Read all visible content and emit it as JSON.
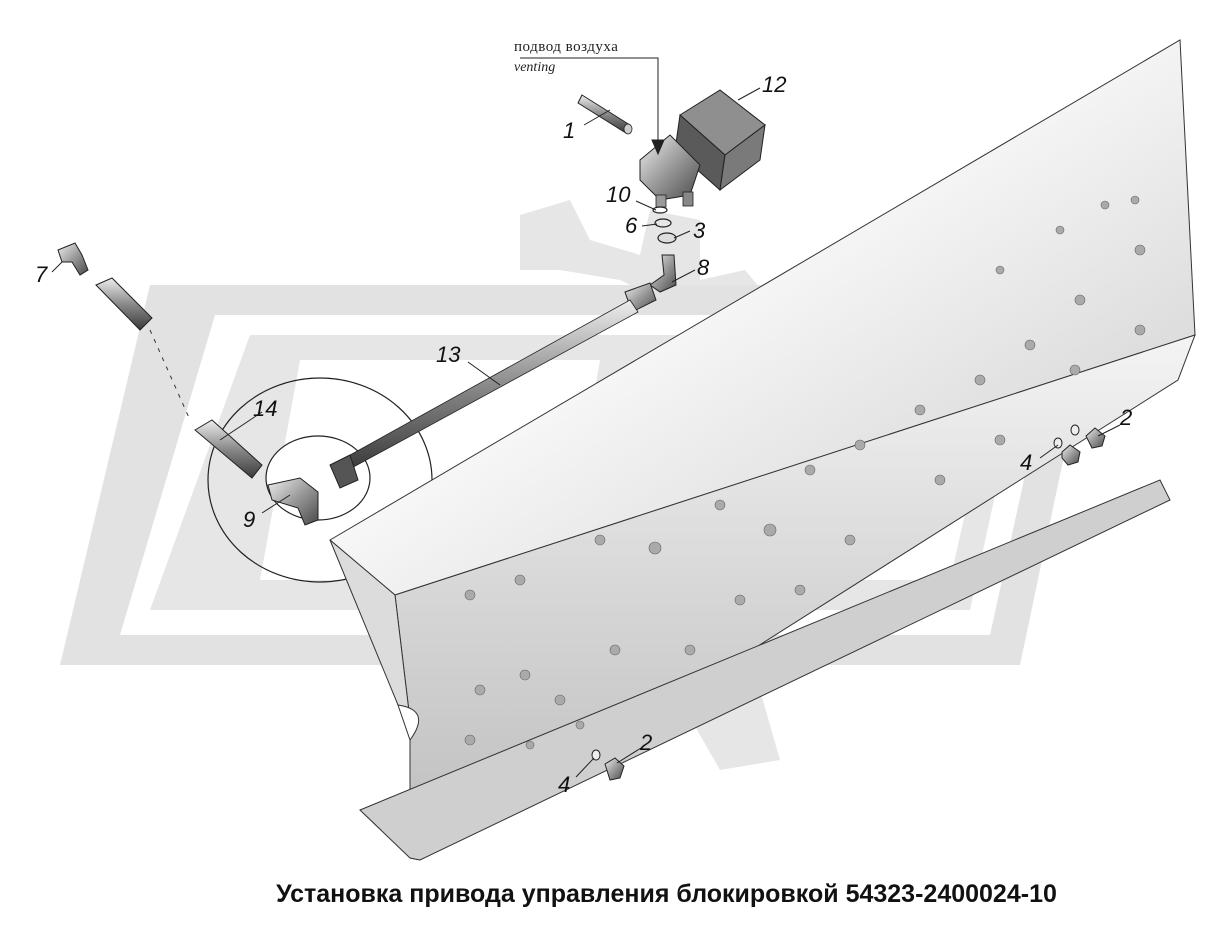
{
  "title": "Установка привода управления блокировкой 54323-2400024-10",
  "air_supply": {
    "label_ru": "подвод воздуха",
    "label_en": "venting"
  },
  "callouts": [
    "1",
    "12",
    "10",
    "6",
    "3",
    "8",
    "7",
    "13",
    "14",
    "9",
    "2",
    "4",
    "2",
    "4"
  ],
  "colors": {
    "watermark": "#e6e6e6",
    "beam_light": "#f2f2f2",
    "beam_shadow": "#b8b8b8",
    "outline": "#222222"
  }
}
